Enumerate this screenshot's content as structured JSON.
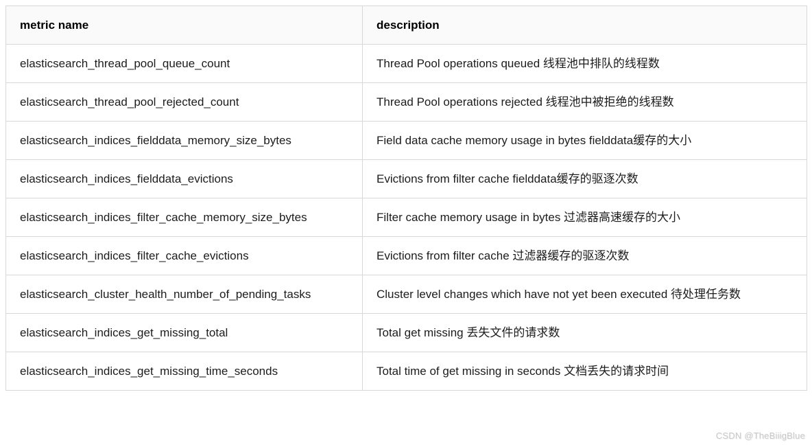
{
  "table": {
    "columns": {
      "metric": "metric name",
      "description": "description"
    },
    "rows": [
      {
        "metric": "elasticsearch_thread_pool_queue_count",
        "description": "Thread Pool operations queued 线程池中排队的线程数"
      },
      {
        "metric": "elasticsearch_thread_pool_rejected_count",
        "description": "Thread Pool operations rejected 线程池中被拒绝的线程数"
      },
      {
        "metric": "elasticsearch_indices_fielddata_memory_size_bytes",
        "description": "Field data cache memory usage in bytes fielddata缓存的大小"
      },
      {
        "metric": "elasticsearch_indices_fielddata_evictions",
        "description": "Evictions from filter cache fielddata缓存的驱逐次数"
      },
      {
        "metric": "elasticsearch_indices_filter_cache_memory_size_bytes",
        "description": "Filter cache memory usage in bytes 过滤器高速缓存的大小"
      },
      {
        "metric": "elasticsearch_indices_filter_cache_evictions",
        "description": "Evictions from filter cache 过滤器缓存的驱逐次数"
      },
      {
        "metric": "elasticsearch_cluster_health_number_of_pending_tasks",
        "description": "Cluster level changes which have not yet been executed 待处理任务数"
      },
      {
        "metric": "elasticsearch_indices_get_missing_total",
        "description": "Total get missing 丢失文件的请求数"
      },
      {
        "metric": "elasticsearch_indices_get_missing_time_seconds",
        "description": "Total time of get missing in seconds 文档丢失的请求时间"
      }
    ]
  },
  "watermark": "CSDN @TheBiiigBlue",
  "colors": {
    "header_bg": "#fafafa",
    "border": "#d8d8d8",
    "body_text": "#1c1c1c",
    "header_text": "#000000",
    "watermark_text": "#c9c9c9"
  }
}
